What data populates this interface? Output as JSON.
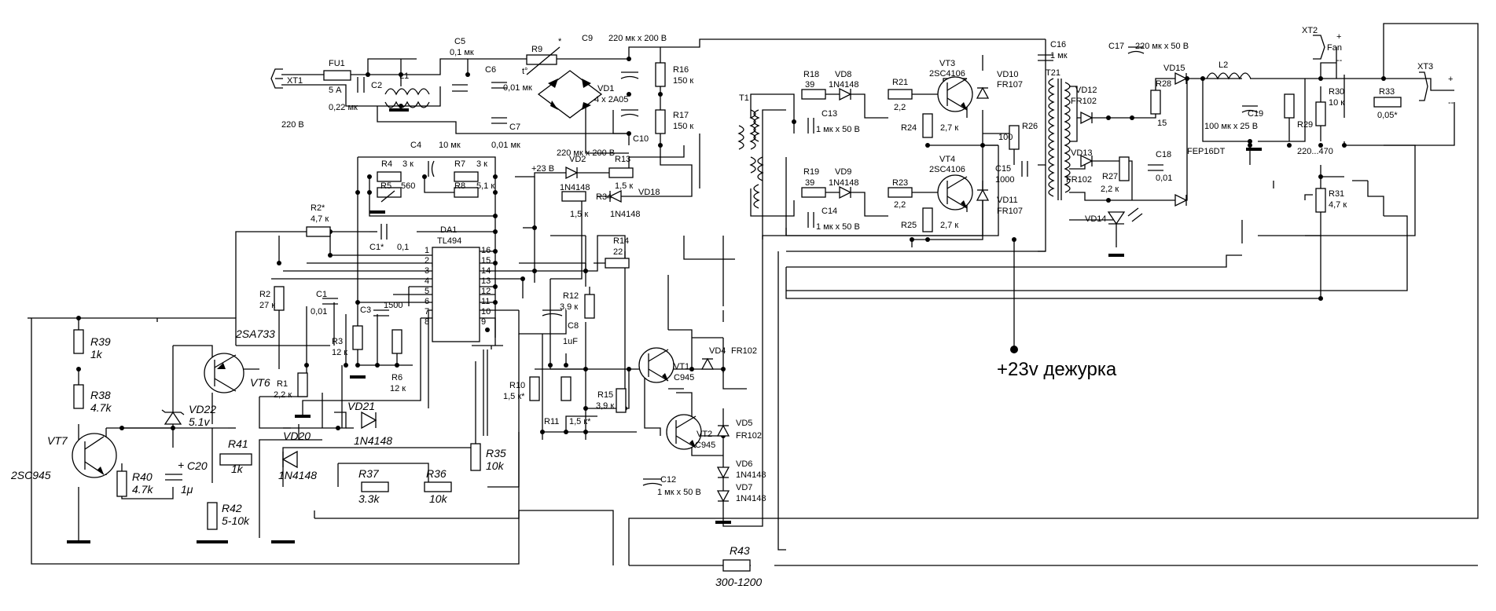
{
  "labels": {
    "xt1": "XT1",
    "v220": "220 В",
    "fu1": "FU1",
    "fu1v": "5 А",
    "c2": "C2",
    "c2v": "0,22 мк",
    "l1": "L1",
    "c5": "C5",
    "c5v": "0,1 мк",
    "c6": "C6",
    "c6v": "0,01 мк",
    "c7": "C7",
    "c7v": "0,01 мк",
    "r9": "R9",
    "r9s": "*",
    "t0": "t°",
    "vd1": "VD1",
    "vd1v": "4 x 2A05",
    "c9": "C9",
    "c9v": "220 мк x 200 В",
    "c10": "C10",
    "c10v": "220 мк x 200 В",
    "r16": "R16",
    "r16v": "150 к",
    "r17": "R17",
    "r17v": "150 к",
    "c16": "C16",
    "c16v": "1 мк",
    "c17": "C17",
    "c17v": "220 мк x 50 В",
    "xt2": "XT2",
    "fan": "Fan",
    "plus": "+",
    "minus": "--",
    "r18": "R18",
    "r18v": "39",
    "vd8": "VD8",
    "vd8v": "1N4148",
    "r21": "R21",
    "r21v": "2,2",
    "vt3": "VT3",
    "vt3v": "2SC4106",
    "vd10": "VD10",
    "vd10v": "FR107",
    "c13": "C13",
    "c13v": "1 мк x 50 В",
    "r24": "R24",
    "r24v": "2,7 к",
    "t1": "T1",
    "t21": "T21",
    "vd12": "VD12",
    "vd12v": "FR102",
    "vd15": "VD15",
    "l2": "L2",
    "r28": "R28",
    "r28v": "15",
    "c19": "C19",
    "c19v": "100 мк x 25 В",
    "r29": "R29",
    "r29v": "220...470",
    "r30": "R30",
    "r30v": "10 к",
    "r33": "R33",
    "r33v": "0,05*",
    "xt3": "XT3",
    "r26": "R26",
    "r26v": "100",
    "c15": "C15",
    "c15v": "1000",
    "c18": "C18",
    "c18v": "0,01",
    "fep": "FEP16DT",
    "vd13": "VD13",
    "vd13v": "FR102",
    "r27": "R27",
    "r27v": "2,2 к",
    "vd14": "VD14",
    "r31": "R31",
    "r31v": "4,7 к",
    "r19": "R19",
    "r19v": "39",
    "vd9": "VD9",
    "vd9v": "1N4148",
    "r23": "R23",
    "r23v": "2,2",
    "vt4": "VT4",
    "vt4v": "2SC4106",
    "c14": "C14",
    "c14v": "1 мк x 50 В",
    "r25": "R25",
    "r25v": "2,7 к",
    "vd11": "VD11",
    "vd11v": "FR107",
    "c4": "C4",
    "c4v": "10 мк",
    "r4": "R4",
    "r4v": "3 к",
    "r7": "R7",
    "r7v": "3 к",
    "r5": "R5",
    "r5v": "560",
    "r8": "R8",
    "r8v": "5,1 к",
    "p23": "+23 В",
    "vd2": "VD2",
    "vd2v": "1N4148",
    "r13": "R13",
    "r13v": "1,5 к",
    "vd18": "VD18",
    "vd18v": "1N4148",
    "r34": "R34",
    "r34v": "1,5 к",
    "r2s": "R2*",
    "r2sv": "4,7 к",
    "c1s": "C1*",
    "c1sv": "0,1",
    "da1": "DA1",
    "da1v": "TL494",
    "r14": "R14",
    "r14v": "22",
    "r2": "R2",
    "r2v": "27 к",
    "c1": "C1",
    "c1v": "0,01",
    "c3": "C3",
    "c3v": "1500",
    "r3": "R3",
    "r3v": "12 к",
    "r6": "R6",
    "r6v": "12 к",
    "r12": "R12",
    "r12v": "3,9 к",
    "c8": "C8",
    "c8v": "1uF",
    "r1": "R1",
    "r1v": "2,2 к",
    "r10": "R10",
    "r10v": "1,5 к*",
    "r11": "R11",
    "r11v": "1,5 к*",
    "r15": "R15",
    "r15v": "3,9 к",
    "vt1": "VT1",
    "vt1v": "C945",
    "vd4": "VD4",
    "vd4v": "FR102",
    "vt2": "VT2",
    "vt2v": "C945",
    "vd5": "VD5",
    "vd5v": "FR102",
    "vd6": "VD6",
    "vd6v": "1N4148",
    "vd7": "VD7",
    "vd7v": "1N4148",
    "c12": "C12",
    "c12v": "1 мк x 50 В",
    "sa733": "2SA733",
    "r39": "R39",
    "r39v": "1k",
    "r38": "R38",
    "r38v": "4.7k",
    "vt6": "VT6",
    "vd22": "VD22",
    "vd22v": "5.1v",
    "vd21": "VD21",
    "vd21v": "1N4148",
    "vt7": "VT7",
    "sc945": "2SC945",
    "r41": "R41",
    "r41v": "1k",
    "vd20": "VD20",
    "vd20v": "1N4148",
    "r40": "R40",
    "r40v": "4.7k",
    "c20": "C20",
    "c20v": "1μ",
    "c20p": "+",
    "r42": "R42",
    "r42v": "5-10k",
    "r37": "R37",
    "r37v": "3.3k",
    "r36": "R36",
    "r36v": "10k",
    "r35": "R35",
    "r35v": "10k",
    "r43": "R43",
    "r43v": "300-1200",
    "standby": "+23v дежурка"
  },
  "pins": [
    "1",
    "2",
    "3",
    "4",
    "5",
    "6",
    "7",
    "8",
    "16",
    "15",
    "14",
    "13",
    "12",
    "11",
    "10",
    "9"
  ],
  "icons": [
    "diode-bridge-icon",
    "transistor-npn-icon",
    "transistor-pnp-icon",
    "zener-diode-icon",
    "led-icon",
    "ground-icon",
    "terminal-icon"
  ]
}
